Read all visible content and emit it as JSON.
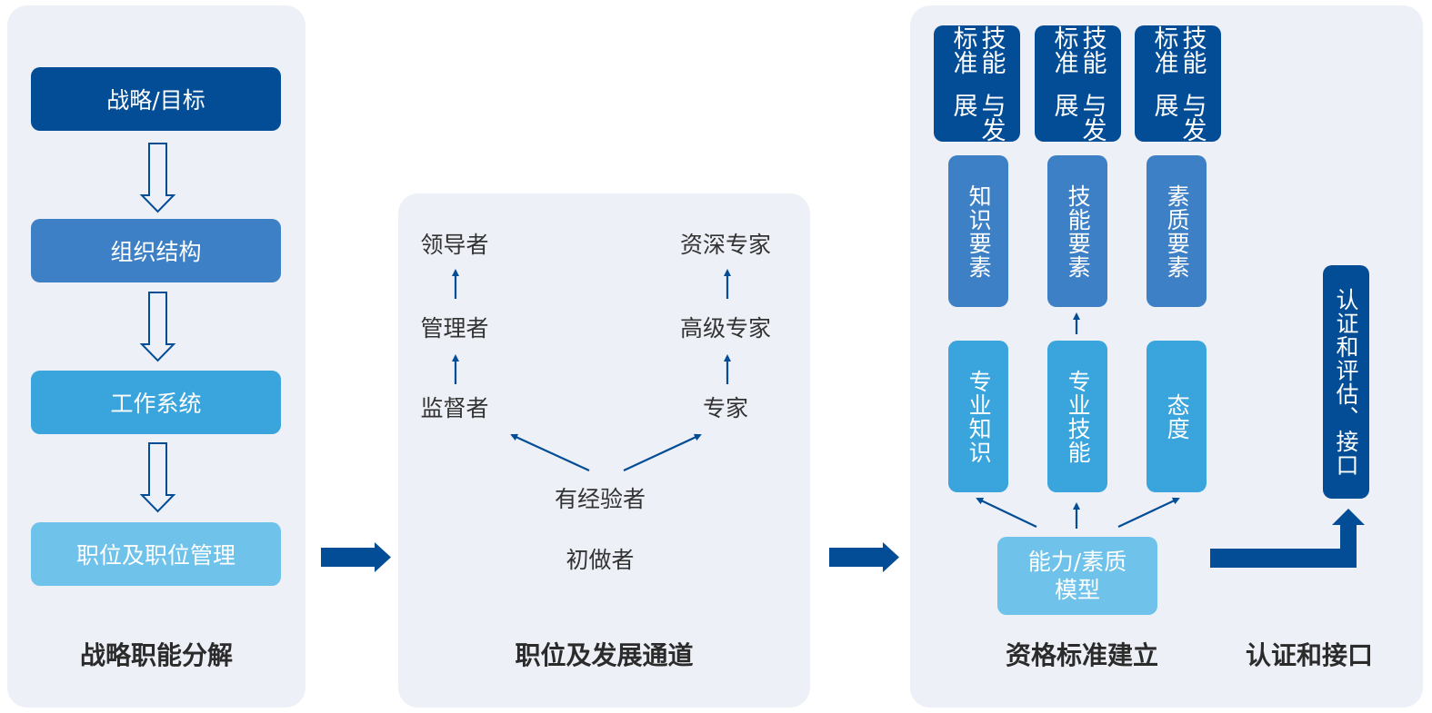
{
  "colors": {
    "dark_blue": "#024d96",
    "mid_blue": "#3d80c6",
    "bright_blue": "#3aa4dd",
    "light_blue": "#6fc2ea",
    "panel_bg": "#edf0f6",
    "text": "#333333"
  },
  "strategy": {
    "title": "战略职能分解",
    "steps": [
      "战略/目标",
      "组织结构",
      "工作系统",
      "职位及职位管理"
    ]
  },
  "career": {
    "title": "职位及发展通道",
    "management_track": [
      "监督者",
      "管理者",
      "领导者"
    ],
    "expert_track": [
      "专家",
      "高级专家",
      "资深专家"
    ],
    "experienced": "有经验者",
    "beginner": "初做者"
  },
  "qualification": {
    "title": "资格标准建立",
    "standards": [
      {
        "col1": "技能标准",
        "col2": "与发展"
      },
      {
        "col1": "技能标准",
        "col2": "与发展"
      },
      {
        "col1": "技能标准",
        "col2": "与发展"
      }
    ],
    "elements": [
      "知识要素",
      "技能要素",
      "素质要素"
    ],
    "competencies": [
      "专业知识",
      "专业技能",
      "态度"
    ],
    "model": {
      "line1": "能力/素质",
      "line2": "模型"
    }
  },
  "certification": {
    "title": "认证和接口",
    "box": "认证和评估、接口"
  }
}
